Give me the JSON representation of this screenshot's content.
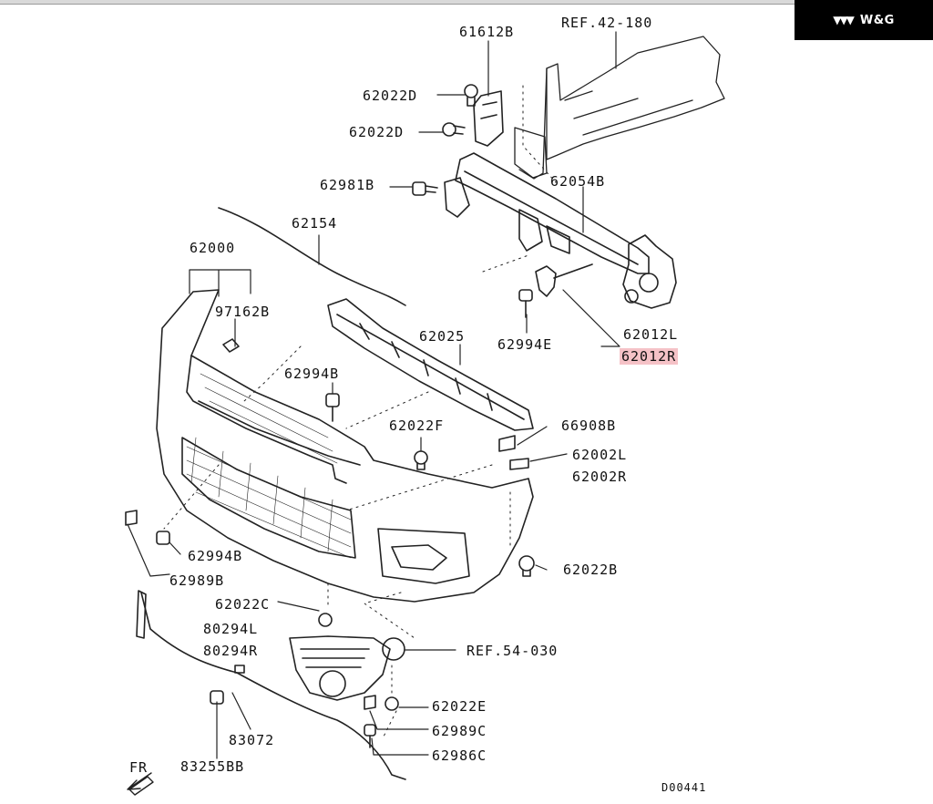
{
  "brand": {
    "logo": "▼▼▼",
    "name": "W&G"
  },
  "labels": {
    "ref42": "REF.42-180",
    "p61612B": "61612B",
    "p62022D_a": "62022D",
    "p62022D_b": "62022D",
    "p62981B": "62981B",
    "p62054B": "62054B",
    "p62154": "62154",
    "p62000": "62000",
    "p97162B": "97162B",
    "p62025": "62025",
    "p62994E": "62994E",
    "p62012L": "62012L",
    "p62012R": "62012R",
    "p62994B_a": "62994B",
    "p62022F": "62022F",
    "p66908B": "66908B",
    "p62002L": "62002L",
    "p62002R": "62002R",
    "p62994B_b": "62994B",
    "p62989B": "62989B",
    "p62022B": "62022B",
    "p62022C": "62022C",
    "p80294L": "80294L",
    "p80294R": "80294R",
    "ref54": "REF.54-030",
    "p62022E": "62022E",
    "p62989C": "62989C",
    "p62986C": "62986C",
    "p83072": "83072",
    "p83255BB": "83255BB",
    "fr": "FR",
    "code": "D00441"
  },
  "highlight_color": "#f5c2c7"
}
